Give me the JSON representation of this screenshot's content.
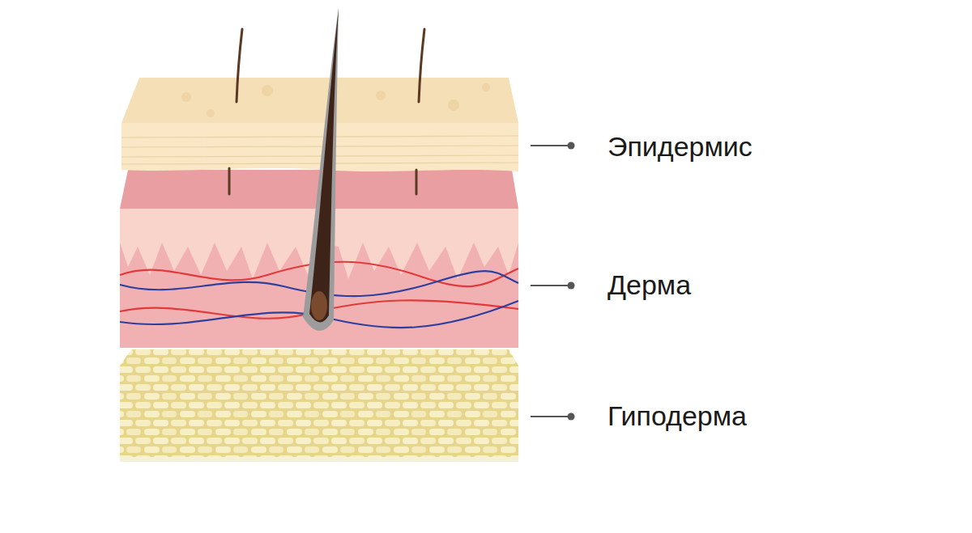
{
  "diagram": {
    "labels": [
      "Эпидермис",
      "Дерма",
      "Гиподерма"
    ]
  }
}
